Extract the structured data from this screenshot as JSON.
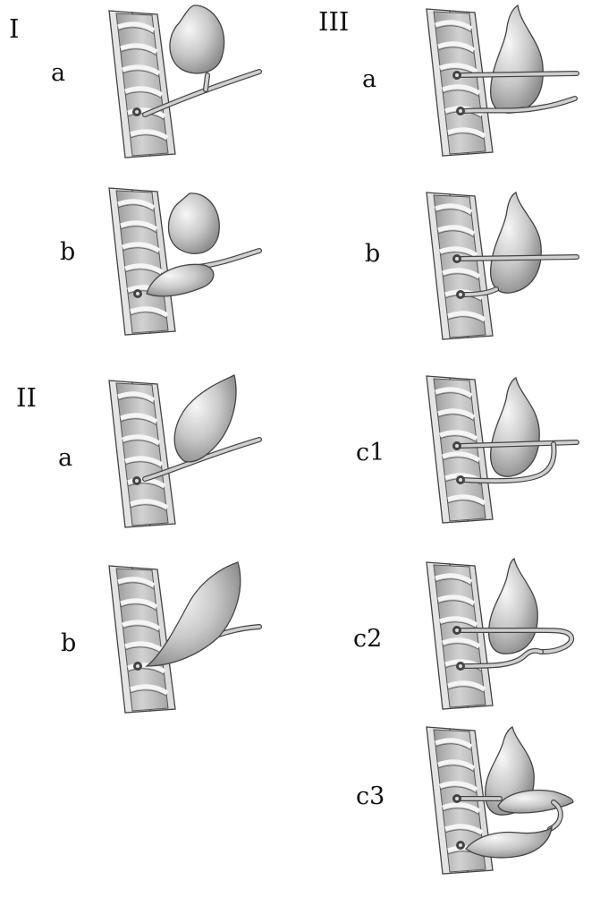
{
  "groups": {
    "I": {
      "label": "I",
      "items": [
        {
          "label": "a"
        },
        {
          "label": "b"
        }
      ]
    },
    "II": {
      "label": "II",
      "items": [
        {
          "label": "a"
        },
        {
          "label": "b"
        }
      ]
    },
    "III": {
      "label": "III",
      "items": [
        {
          "label": "a"
        },
        {
          "label": "b"
        },
        {
          "label": "c1"
        },
        {
          "label": "c2"
        },
        {
          "label": "c3"
        }
      ]
    }
  },
  "colors": {
    "wall_outer": "#e4e4e4",
    "lumen": "#b9b9b9",
    "fold": "#f2f2f2",
    "sac_fill": "#c9c9c9",
    "outline": "#444444"
  }
}
